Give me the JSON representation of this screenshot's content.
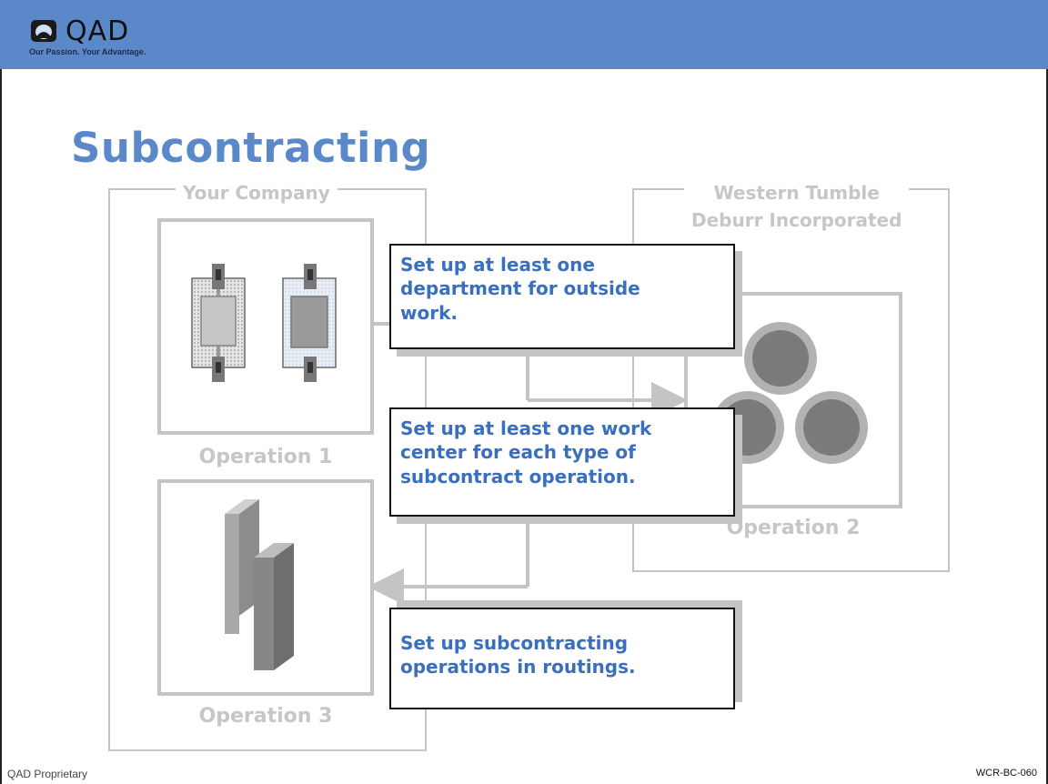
{
  "header": {
    "logo_text": "QAD",
    "tagline": "Our Passion. Your Advantage."
  },
  "slide": {
    "title": "Subcontracting"
  },
  "diagram": {
    "groups": {
      "your_company": "Your Company",
      "western": [
        "Western Tumble",
        "Deburr Incorporated"
      ]
    },
    "operations": {
      "op1": "Operation 1",
      "op2": "Operation 2",
      "op3": "Operation 3"
    },
    "callouts": [
      [
        "Set up at least one",
        "department for outside",
        "work."
      ],
      [
        "Set up at least one work",
        "center for each type of",
        "subcontract operation."
      ],
      [
        "Set up subcontracting",
        "operations in routings."
      ]
    ]
  },
  "footer": {
    "left": "QAD Proprietary",
    "right": "WCR-BC-060"
  },
  "colors": {
    "header": "#5b88c9",
    "title": "#5b88c9",
    "callout_text": "#3a6fc0",
    "diagram_gray": "#c4c4c4"
  }
}
